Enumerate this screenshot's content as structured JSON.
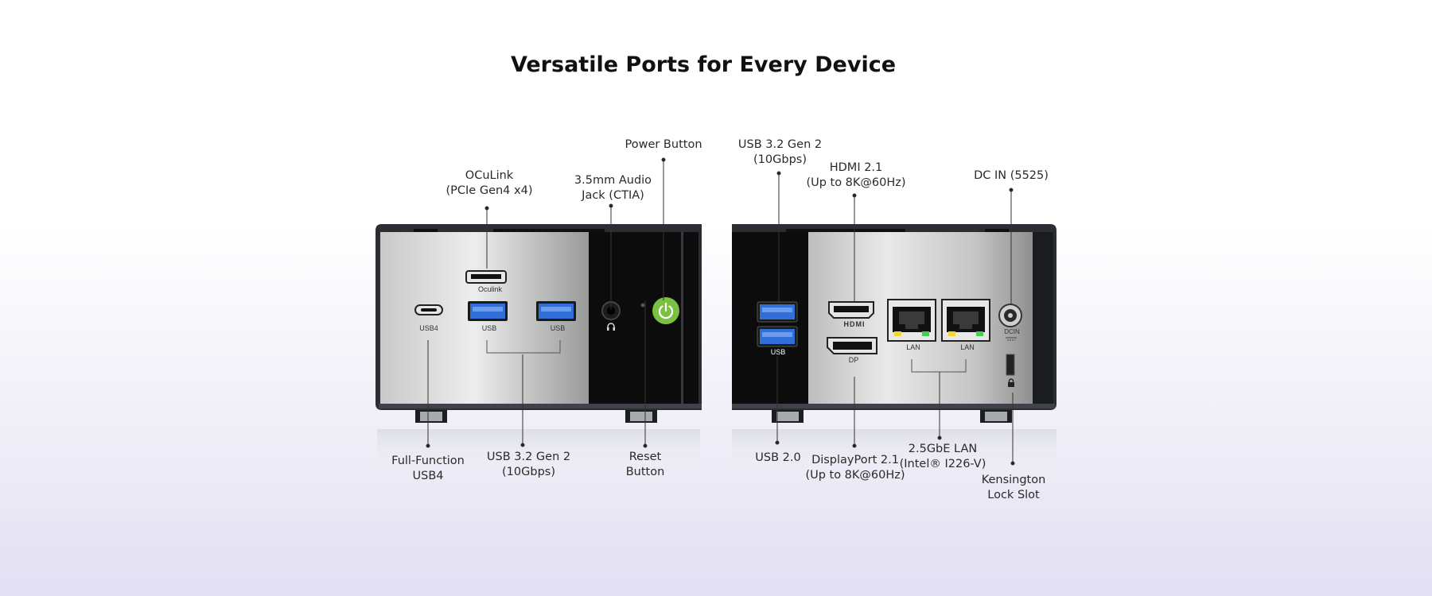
{
  "title": "Versatile Ports for Every Device",
  "front_labels": {
    "power_button": "Power Button",
    "oculink": [
      "OCuLink",
      "(PCIe Gen4 x4)"
    ],
    "audio_jack": [
      "3.5mm Audio",
      "Jack (CTIA)"
    ],
    "usb4": [
      "Full-Function",
      "USB4"
    ],
    "usb32": [
      "USB 3.2 Gen 2",
      "(10Gbps)"
    ],
    "reset": [
      "Reset",
      "Button"
    ]
  },
  "rear_labels": {
    "usb32": [
      "USB 3.2 Gen 2",
      "(10Gbps)"
    ],
    "hdmi": [
      "HDMI 2.1",
      "(Up to 8K@60Hz)"
    ],
    "dc_in": "DC IN (5525)",
    "usb20": "USB 2.0",
    "displayport": [
      "DisplayPort 2.1",
      "(Up to 8K@60Hz)"
    ],
    "lan": [
      "2.5GbE LAN",
      "(Intel® I226-V)"
    ],
    "kensington": [
      "Kensington",
      "Lock Slot"
    ]
  },
  "port_print": {
    "oculink": "Oculink",
    "usb4": "USB4",
    "usb_a": "USB",
    "hdmi": "HDMI",
    "dp": "DP",
    "lan": "LAN",
    "dcin": "DCIN"
  },
  "colors": {
    "usb_blue": "#2f6fd6",
    "power_green": "#7ac142",
    "lan_led_yellow": "#f2d530",
    "lan_led_green": "#3fd24a",
    "chassis": "#2b2d33"
  },
  "icons": [
    "power-icon",
    "headphone-icon",
    "lock-icon",
    "ground-icon"
  ]
}
